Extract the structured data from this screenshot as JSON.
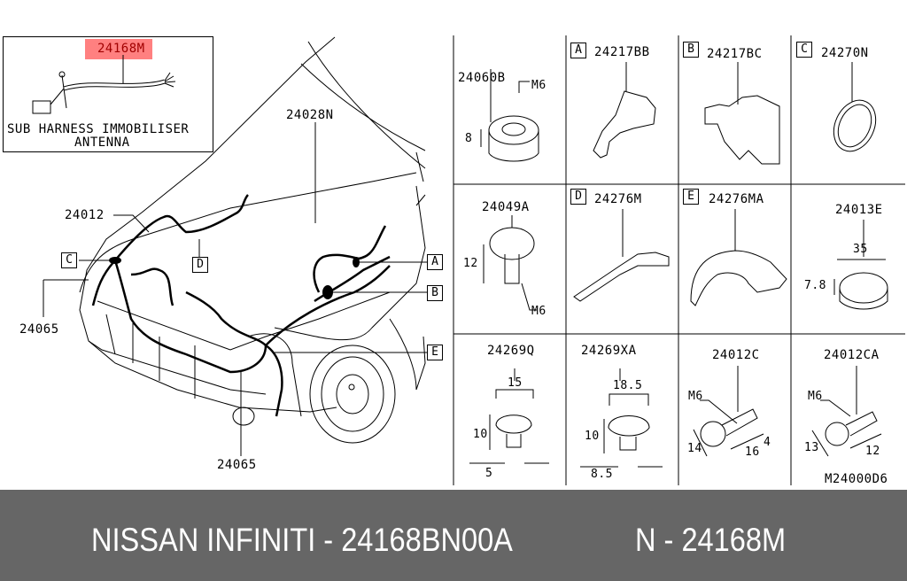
{
  "inset": {
    "part_number": "24168M",
    "highlight_color": "#ff8080",
    "caption_line1": "SUB HARNESS IMMOBILISER",
    "caption_line2": "ANTENNA"
  },
  "main_view": {
    "callouts": {
      "hood_harness": "24028N",
      "engine_harness": "24012",
      "clip_left": "24065",
      "clip_bottom": "24065"
    },
    "reference_boxes": [
      "A",
      "B",
      "C",
      "D",
      "E"
    ]
  },
  "parts_grid": [
    {
      "ref": "",
      "part": "24060B",
      "dims": [
        "M6",
        "8"
      ]
    },
    {
      "ref": "A",
      "part": "24217BB",
      "dims": []
    },
    {
      "ref": "B",
      "part": "24217BC",
      "dims": []
    },
    {
      "ref": "C",
      "part": "24270N",
      "dims": []
    },
    {
      "ref": "",
      "part": "24049A",
      "dims": [
        "12",
        "M6"
      ]
    },
    {
      "ref": "D",
      "part": "24276M",
      "dims": []
    },
    {
      "ref": "E",
      "part": "24276MA",
      "dims": []
    },
    {
      "ref": "",
      "part": "24013E",
      "dims": [
        "35",
        "7.8"
      ]
    },
    {
      "ref": "",
      "part": "24269Q",
      "dims": [
        "15",
        "10",
        "5"
      ]
    },
    {
      "ref": "",
      "part": "24269XA",
      "dims": [
        "18.5",
        "10",
        "8.5"
      ]
    },
    {
      "ref": "",
      "part": "24012C",
      "dims": [
        "M6",
        "14",
        "16",
        "4"
      ]
    },
    {
      "ref": "",
      "part": "24012CA",
      "dims": [
        "M6",
        "13",
        "12"
      ]
    }
  ],
  "drawing_code": "M24000D6",
  "footer": {
    "title": "NISSAN INFINITI - 24168BN00A",
    "subtitle": "N - 24168M",
    "background": "#666666"
  }
}
